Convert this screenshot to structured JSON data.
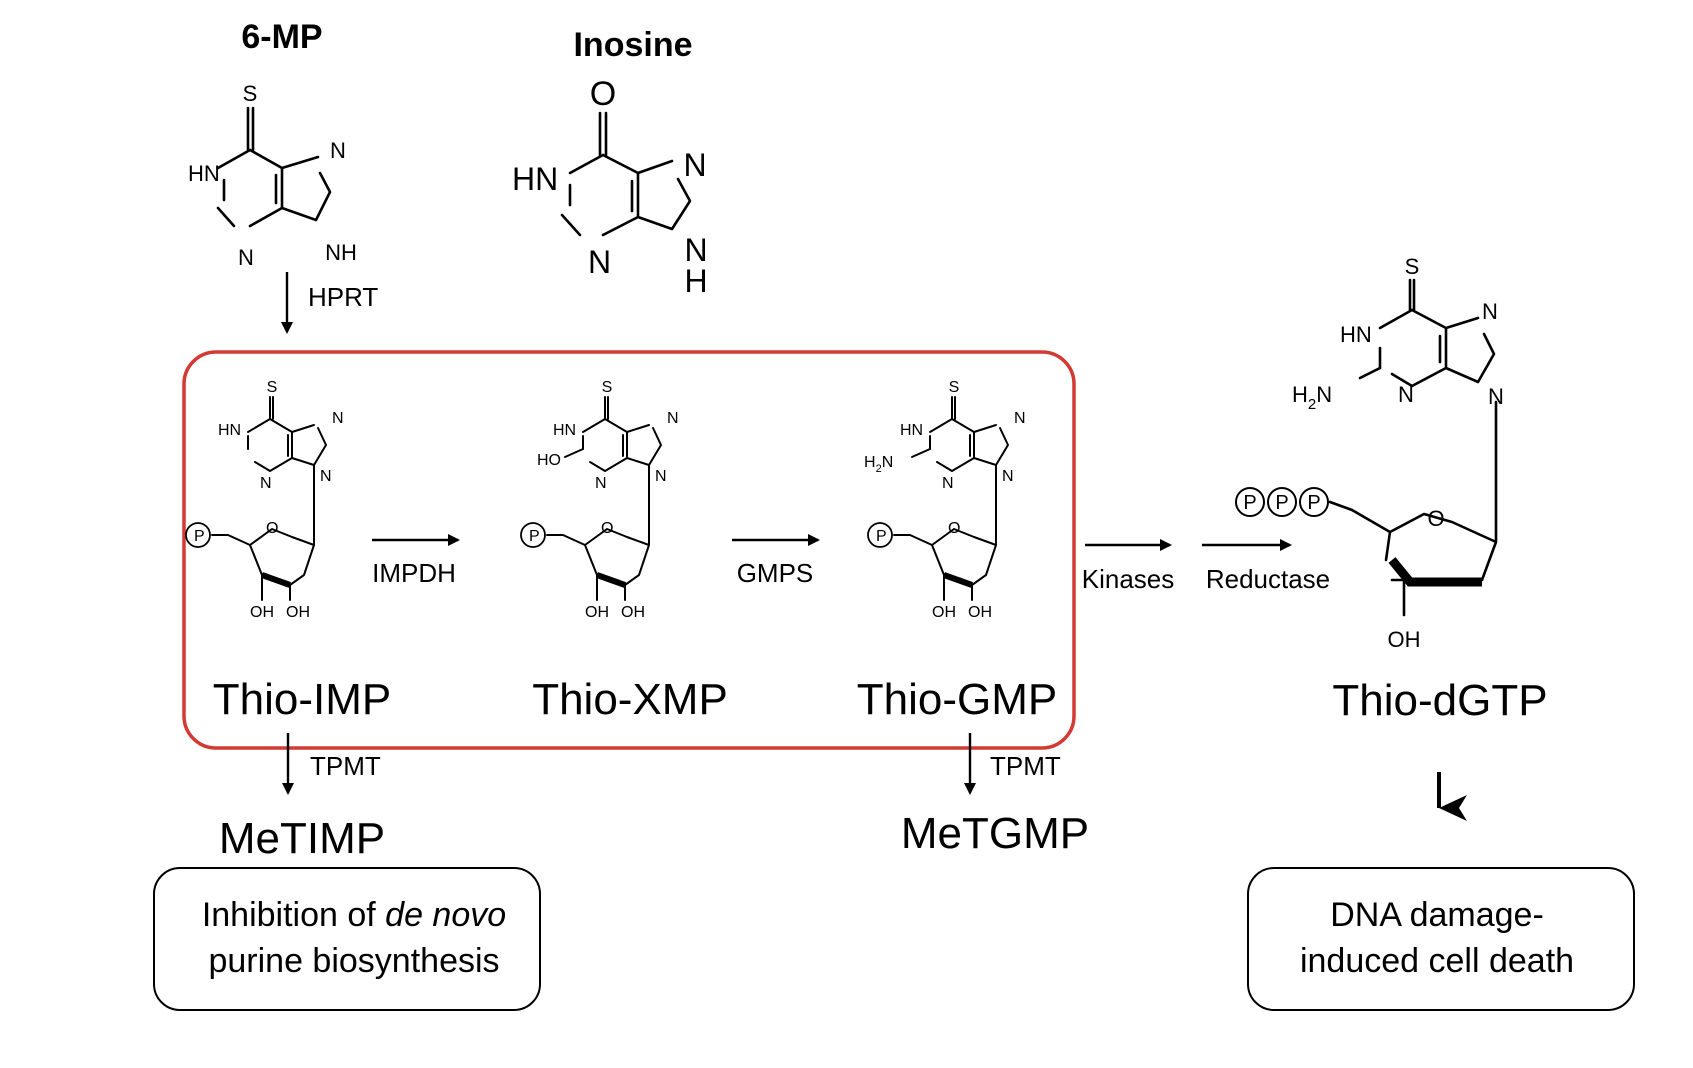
{
  "compounds": {
    "mp6": "6-MP",
    "inosine": "Inosine",
    "thio_imp": "Thio-IMP",
    "thio_xmp": "Thio-XMP",
    "thio_gmp": "Thio-GMP",
    "thio_dgtp": "Thio-dGTP",
    "metimp": "MeTIMP",
    "metgmp": "MeTGMP"
  },
  "enzymes": {
    "hprt": "HPRT",
    "impdh": "IMPDH",
    "gmps": "GMPS",
    "kinases": "Kinases",
    "reductase": "Reductase",
    "tpmt_left": "TPMT",
    "tpmt_right": "TPMT"
  },
  "outcomes": {
    "left_line1_a": "Inhibition of ",
    "left_line1_b": "de novo",
    "left_line2": "purine biosynthesis",
    "right_line1": "DNA damage-",
    "right_line2": "induced cell death"
  },
  "atoms": {
    "S": "S",
    "O": "O",
    "N": "N",
    "HN": "HN",
    "NH": "NH",
    "H": "H",
    "HO": "HO",
    "H2N_a": "H",
    "H2N_sub": "2",
    "H2N_b": "N",
    "OH": "OH",
    "P": "P"
  },
  "colors": {
    "highlight_box": "#d23a34",
    "ink": "#000000"
  }
}
